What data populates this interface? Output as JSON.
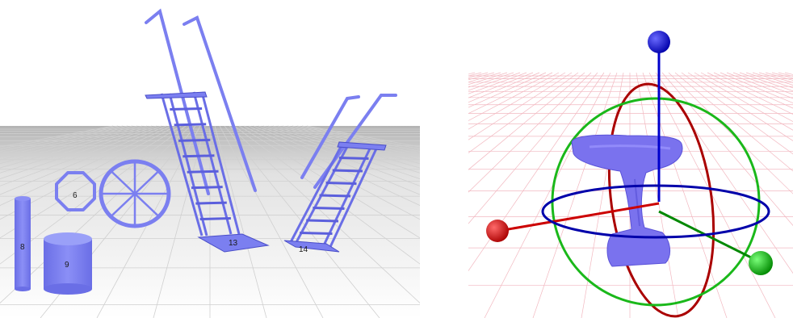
{
  "left_viewport": {
    "object_labels": {
      "octagon": "6",
      "cylinder_tall": "8",
      "cylinder_short": "9",
      "ladder_left": "13",
      "ladder_right": "14"
    },
    "object_color": "#7b7ff0",
    "floor_color": "#c8c8c8"
  },
  "right_viewport": {
    "model": "drill",
    "model_color": "#7a72ee",
    "gizmo": {
      "x_color": "#cc0000",
      "y_color": "#00aa00",
      "z_color": "#0000cc"
    },
    "grid_color": "#f2b8c0"
  }
}
